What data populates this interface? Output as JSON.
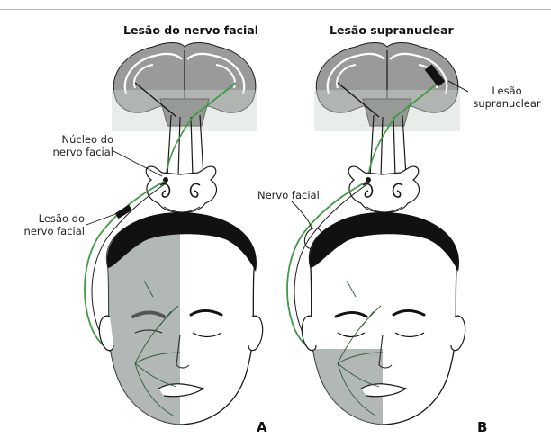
{
  "panel_a": {
    "title": "Lesão do nervo facial",
    "nucleus_label_line1": "Núcleo do",
    "nucleus_label_line2": "nervo facial",
    "lesion_label_line1": "Lesão do",
    "lesion_label_line2": "nervo facial",
    "letter": "A"
  },
  "panel_b": {
    "title": "Lesão supranuclear",
    "lesion_label_line1": "Lesão",
    "lesion_label_line2": "supranuclear",
    "nerve_label": "Nervo facial",
    "letter": "B"
  },
  "colors": {
    "pathway_green": "#3f9a46",
    "shade_gray": "#9fa6a2",
    "brain_gray": "#8f8f8f",
    "outline": "#1a1a1a"
  }
}
